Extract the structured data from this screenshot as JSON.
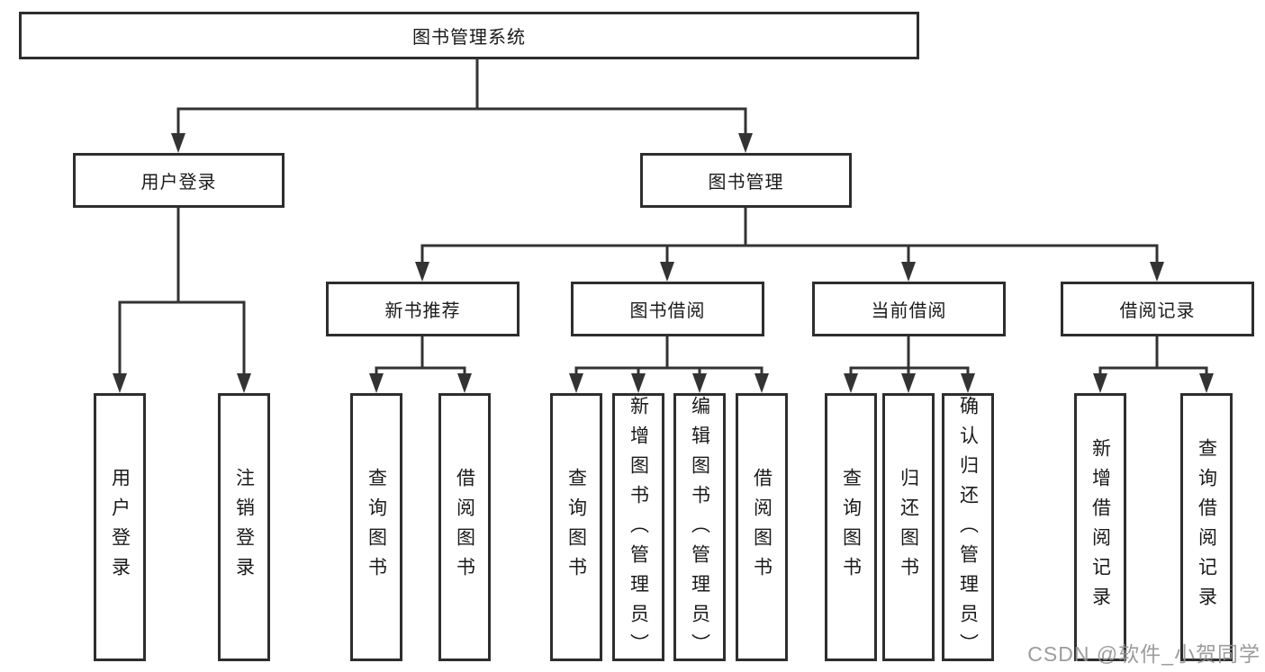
{
  "tree": {
    "root": "图书管理系统",
    "branches_l2": [
      "用户登录",
      "图书管理"
    ],
    "branches_l3": [
      "新书推荐",
      "图书借阅",
      "当前借阅",
      "借阅记录"
    ],
    "leaves_user_login": [
      "用户登录",
      "注销登录"
    ],
    "leaves_new_book": [
      "查询图书",
      "借阅图书"
    ],
    "leaves_book_borrow": [
      "查询图书",
      "新增图书（管理员）",
      "编辑图书（管理员）",
      "借阅图书"
    ],
    "leaves_current_borrow": [
      "查询图书",
      "归还图书",
      "确认归还（管理员）"
    ],
    "leaves_borrow_record": [
      "新增借阅记录",
      "查询借阅记录"
    ]
  },
  "watermark": "CSDN @软件_小贺同学",
  "colors": {
    "line": "#333333",
    "box_border": "#2e2e2e",
    "text": "#1a1a1a",
    "watermark": "#949494",
    "background": "#ffffff"
  }
}
